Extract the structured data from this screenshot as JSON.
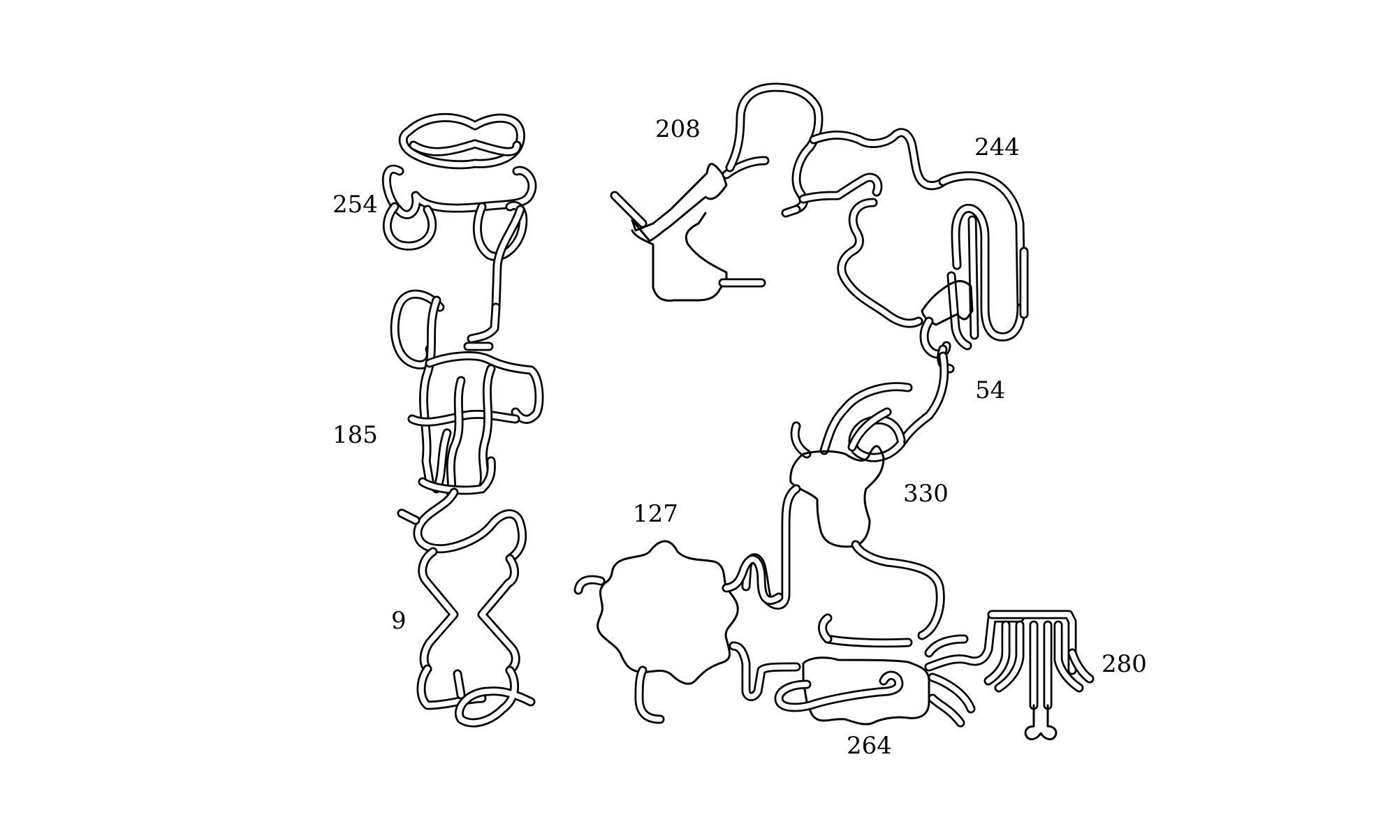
{
  "colors": {
    "line": "#000000",
    "background": "#ffffff"
  },
  "labels": {
    "l208": "208",
    "l244": "244",
    "l254": "254",
    "l54": "54",
    "l185": "185",
    "l330": "330",
    "l127": "127",
    "l9": "9",
    "l280": "280",
    "l264": "264"
  }
}
